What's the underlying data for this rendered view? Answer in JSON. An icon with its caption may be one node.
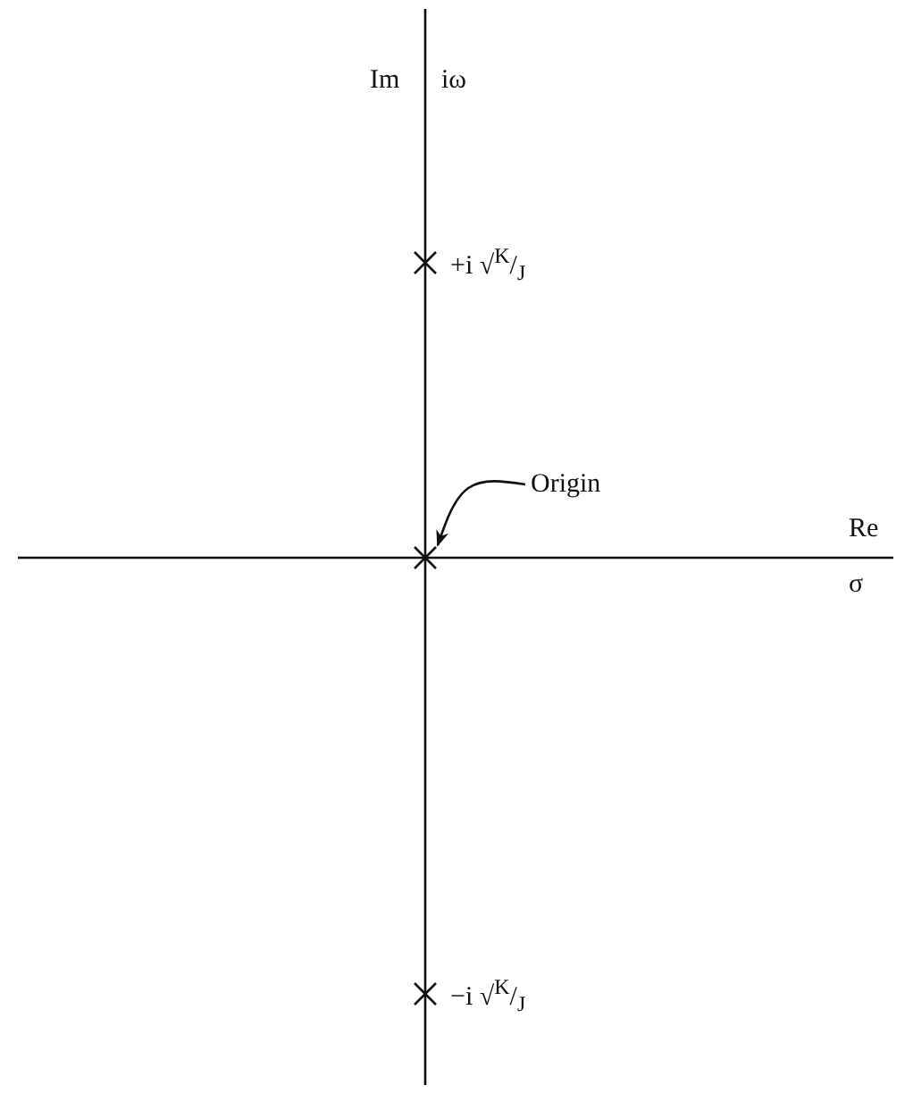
{
  "diagram": {
    "nodes": [
      {
        "text": [
          "Origin"
        ]
      },
      {
        "text": [],
        "shape": "cross"
      }
    ],
    "edges": [
      {
        "from": 0,
        "to": 1,
        "arrow": "to"
      }
    ],
    "labels": [
      "Im",
      "iω",
      "+i √$^{K}$/$_{J}$",
      "Re",
      "σ",
      "−i √$^{K}$/$_{J}$"
    ]
  }
}
